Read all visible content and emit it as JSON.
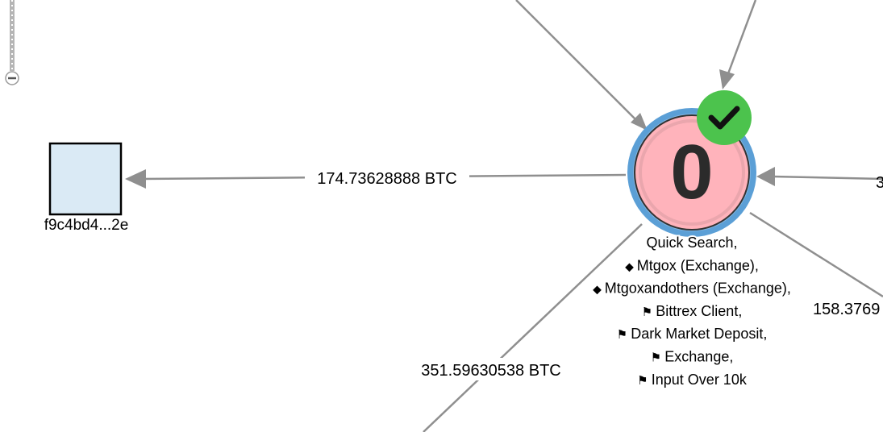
{
  "graph": {
    "colors": {
      "edge": "#8f8f8f",
      "hub_fill": "#ffb3bb",
      "hub_ring": "#5b9fd6",
      "hub_stroke": "#333333",
      "check_badge": "#4cc34d",
      "address_fill": "#daeaf5"
    },
    "hub": {
      "count": "0",
      "status_icon": "checkmark-icon",
      "labels": [
        {
          "icon": "",
          "text": "Quick Search,"
        },
        {
          "icon": "diamond-icon",
          "glyph": "◆",
          "text": "Mtgox (Exchange),"
        },
        {
          "icon": "diamond-icon",
          "glyph": "◆",
          "text": "Mtgoxandothers (Exchange),"
        },
        {
          "icon": "flag-icon",
          "glyph": "⚑",
          "text": "Bittrex Client,"
        },
        {
          "icon": "flag-icon",
          "glyph": "⚑",
          "text": "Dark Market Deposit,"
        },
        {
          "icon": "flag-icon",
          "glyph": "⚑",
          "text": "Exchange,"
        },
        {
          "icon": "flag-icon",
          "glyph": "⚑",
          "text": "Input Over 10k"
        }
      ]
    },
    "address_node": {
      "label": "f9c4bd4...2e"
    },
    "edges": {
      "to_address": "174.73628888 BTC",
      "bottom_left": "351.59630538 BTC",
      "bottom_right": "158.3769",
      "right_in": "3"
    }
  },
  "zoom_control": {
    "zoom_out_icon": "minus-circle-icon"
  }
}
